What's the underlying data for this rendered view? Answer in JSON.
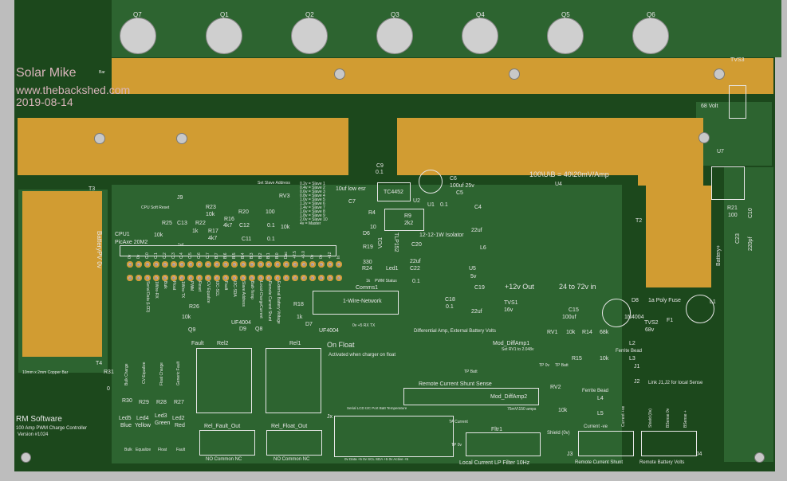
{
  "mosfets": [
    "Q7",
    "Q1",
    "Q2",
    "Q3",
    "Q4",
    "Q5",
    "Q6"
  ],
  "branding": {
    "name": "Solar Mike",
    "site": "www.thebackshed.com",
    "date": "2019-08-14",
    "bar_fragment": "Bar"
  },
  "credits": {
    "company": "RM Software",
    "product": "100 Amp PWM Charge Controller",
    "version": "Version #1024"
  },
  "power": {
    "tvs3": "TVS3",
    "volt68": "68 Volt",
    "u7": "U7",
    "t2": "T2",
    "battery_plus": "Battery+",
    "r21": "R21",
    "r21v": "100",
    "c10": "C10",
    "c23": "C23",
    "c23v": "220pf",
    "shunt_note": "100\\U\\B = 40\\20mV/Amp",
    "u4": "U4",
    "t3": "T3",
    "battery_pv": "BatteryPV 0v",
    "t4": "T4",
    "copper_bar": "10mm x 2mm Copper Bar"
  },
  "cpu": {
    "j9": "J9",
    "soft_reset": "CPU Soft Reset",
    "r23": "R23",
    "r23v": "10k",
    "r25": "R25",
    "c13": "C13",
    "r25v": "10k",
    "c13v": "1uf",
    "r22": "R22",
    "r22v": "1k",
    "r16": "R16",
    "r16v": "4k7",
    "r17": "R17",
    "r17v": "4k7",
    "r20": "R20",
    "r20v": "100",
    "c12": "C12",
    "c12v": "0.1",
    "c11": "C11",
    "c11v": "0.1",
    "rv3": "RV3",
    "rv3v": "10k",
    "slave_title": "Set Slave Address",
    "slaves": [
      "0.2v = Slave 1",
      "0.4v = Slave 2",
      "0.6v = Slave 3",
      "0.8v = Slave 4",
      "1.0v = Slave 5",
      "1.2v = Slave 6",
      "1.4v = Slave 7",
      "1.6v = Slave 8",
      "1.8v = Slave 9",
      "2.0v = Slave 10",
      "4v = Master"
    ],
    "cpu1": "CPU1",
    "picaxe": "PicAxe 20M2",
    "pins_top": [
      "0v",
      "0v",
      "C.0",
      "C.1",
      "C.2",
      "C.3",
      "C.4",
      "C.5",
      "C.6",
      "C.7",
      "B.7",
      "B.6",
      "B.5",
      "B.4",
      "B.3",
      "B.2",
      "B.1",
      "B.0",
      "Dac",
      "+2.5",
      "+5.0",
      "0v",
      "0v",
      "+12",
      "In"
    ],
    "pins_bottom": [
      "Serial Data (LCD)",
      "1Wire-RX",
      "Bulk",
      "Float",
      "1Wire-TX",
      "PWM",
      "Reset",
      "CV Equalize",
      "I2C-SCL",
      "Fault",
      "I2C-SDA",
      "Slave Address",
      "Batt-Temp",
      "Local-ChargeCurrent",
      "Remote Current Shunt",
      "External Battery Voltage"
    ]
  },
  "driver": {
    "low_esr": "10uf low esr",
    "c7": "C7",
    "c9": "C9",
    "c9v": "0.1",
    "tc4452": "TC4452",
    "u2": "U2",
    "c6": "C6",
    "c6v": "100uf 25v",
    "c5": "C5",
    "c5v": "0.1",
    "u1": "U1",
    "isolator": "12-12-1W Isolator",
    "c4": "C4",
    "c4v": "22uf",
    "r4": "R4",
    "r4v": "10",
    "r9": "R9",
    "r9v": "2k2",
    "d6": "D6",
    "vo1": "VO1",
    "tlp": "TLP152",
    "r19": "R19",
    "r19v": "330",
    "c20": "C20",
    "c20v": "22uf",
    "r24": "R24",
    "r24v": "1k",
    "led1": "Led1",
    "pwm_status": "PWM Status",
    "c22": "C22",
    "c22v": "0.1",
    "l6": "L6",
    "u5": "U5",
    "u5v": "5v",
    "comms1": "Comms1",
    "onewire": "1-Wire-Network",
    "onewire_pins": "0v +5 RX TX",
    "out12": "+12v Out",
    "vin": "24 to 72v in",
    "c19": "C19",
    "c19v": "22uf",
    "c18": "C18",
    "c18v": "0.1",
    "tvs1": "TVS1",
    "tvs1v": "16v",
    "c15": "C15",
    "c15v": "100uf",
    "d8": "D8",
    "polyfuse": "1a Poly Fuse",
    "d8v": "1N4004",
    "tvs2": "TVS2",
    "tvs2v": "68v",
    "f1": "F1",
    "l1": "L1"
  },
  "relays": {
    "r26": "R26",
    "r26v": "10k",
    "q9": "Q9",
    "uf1": "UF4004",
    "d9": "D9",
    "q8": "Q8",
    "r18": "R18",
    "r18v": "1k",
    "d7": "D7",
    "uf2": "UF4004",
    "on_float": "On Float",
    "activated": "Activated when charger on float",
    "fault": "Fault",
    "rel2": "Rel2",
    "rel1": "Rel1",
    "out1": "Rel_Fault_Out",
    "out2": "Rel_Float_Out",
    "contacts1": "NO Common NC",
    "contacts2": "NO Common NC"
  },
  "leds": {
    "labels": [
      "Bulk Charge",
      "CV-Equalize",
      "Float Charge",
      "Generic Fault"
    ],
    "resistors": [
      "R30",
      "R29",
      "R28",
      "R27"
    ],
    "r31": "R31",
    "r31v": "0",
    "names": [
      "Led5",
      "Led4",
      "Led3",
      "Led2"
    ],
    "colors": [
      "Blue",
      "Yellow",
      "Green",
      "Red"
    ],
    "funcs": [
      "Bulk",
      "Equalize",
      "Float",
      "Fault"
    ]
  },
  "sense": {
    "diff_title": "Differential Amp, External Battery Volts",
    "mod1": "Mod_DiffAmp1",
    "set_rv1": "Set RV1 to 2.048v",
    "rv1": "RV1",
    "rv1v": "10k",
    "r14": "R14",
    "r14v": "68k",
    "l2": "L2",
    "ferrite1": "Ferrite Bead",
    "r15": "R15",
    "r15v": "10k",
    "l3": "L3",
    "tp0v": "TP 0v",
    "tpbatt": "TP Batt",
    "tpbatt2": "TP Batt",
    "j1": "J1",
    "j2": "J2",
    "link": "Link J1,J2 for local Sense",
    "remote_title": "Remote Current Shunt Sense",
    "mod2": "Mod_DiffAmp2",
    "mv": "75mV\\150 amps",
    "rv2": "RV2",
    "rv2v": "10k",
    "ferrite2": "Ferrite Bead",
    "l4": "L4",
    "l5": "L5",
    "shield": "Shield (0v)",
    "current_neg": "Current -ve",
    "current_pos": "Current +ve",
    "fltr1": "Fltr1",
    "lp": "Local Current LP Filter 10Hz",
    "j3": "J3",
    "j3_label": "Remote Current Shunt",
    "j4": "J4",
    "j4_label": "Remote Battery Volts",
    "shield2": "Shield (0v)",
    "bsense0": "BSense 0v",
    "bsensep": "BSense +",
    "jx": "Jx",
    "jx_top": "Serial LCD  I2C Port  Batt Temperature",
    "jx_bottom": "0v Data +5 0v SCL SDA +5 0v  Active +5",
    "tp_current": "TA Current",
    "tp0v2": "TP 0v"
  }
}
